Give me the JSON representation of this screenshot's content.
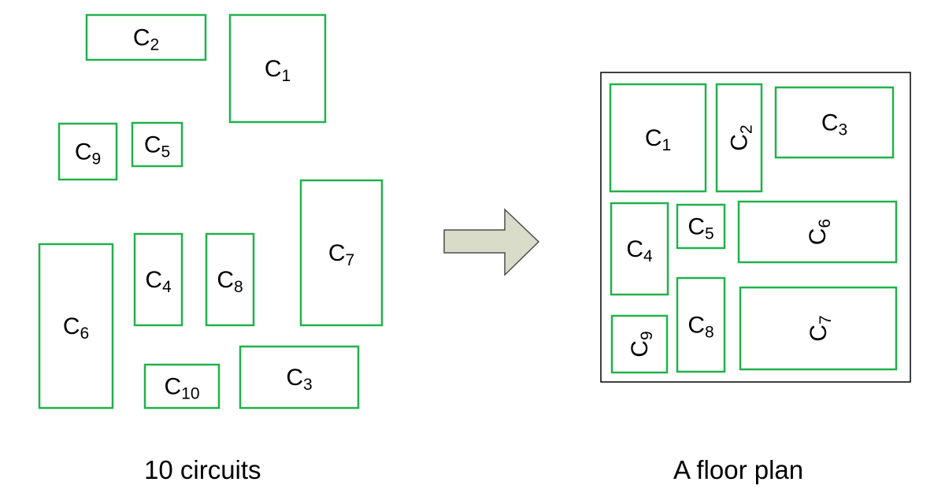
{
  "colors": {
    "box_stroke": "#22b14c",
    "frame_stroke": "#000000",
    "arrow_fill": "#d9dcc8",
    "arrow_stroke": "#4d4d4d",
    "text": "#000000"
  },
  "captions": {
    "left": "10 circuits",
    "right": "A floor plan"
  },
  "label_letter": "C",
  "arrow_icon": "right-arrow-icon",
  "circuits": [
    {
      "sub": "1"
    },
    {
      "sub": "2"
    },
    {
      "sub": "3"
    },
    {
      "sub": "4"
    },
    {
      "sub": "5"
    },
    {
      "sub": "6"
    },
    {
      "sub": "7"
    },
    {
      "sub": "8"
    },
    {
      "sub": "9"
    },
    {
      "sub": "10"
    }
  ],
  "floor_plan": [
    {
      "sub": "1"
    },
    {
      "sub": "2",
      "rotated": true
    },
    {
      "sub": "3"
    },
    {
      "sub": "4"
    },
    {
      "sub": "5"
    },
    {
      "sub": "6",
      "rotated": true
    },
    {
      "sub": "9",
      "rotated": true
    },
    {
      "sub": "8"
    },
    {
      "sub": "7",
      "rotated": true
    }
  ]
}
